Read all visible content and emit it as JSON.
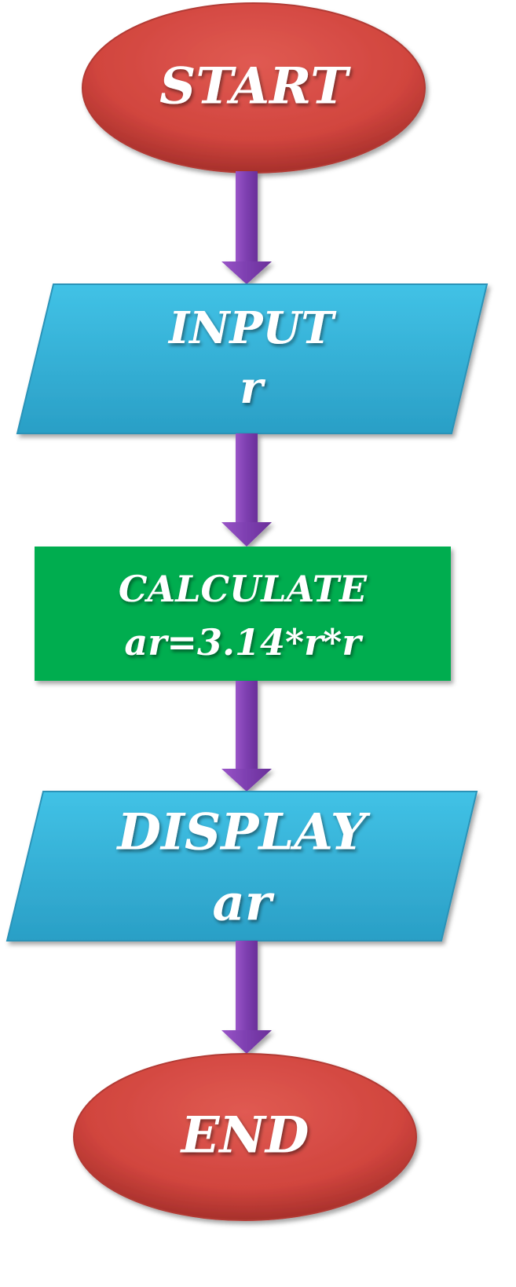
{
  "flowchart": {
    "start": {
      "label": "START"
    },
    "input": {
      "line1": "INPUT",
      "line2": "r"
    },
    "calculate": {
      "line1": "CALCULATE",
      "line2": "ar=3.14*r*r"
    },
    "display": {
      "line1": "DISPLAY",
      "line2": "ar"
    },
    "end": {
      "label": "END"
    }
  },
  "colors": {
    "terminal": "#d94a43",
    "io": "#36b3da",
    "process": "#00ad4f",
    "arrow": "#8040b0"
  }
}
